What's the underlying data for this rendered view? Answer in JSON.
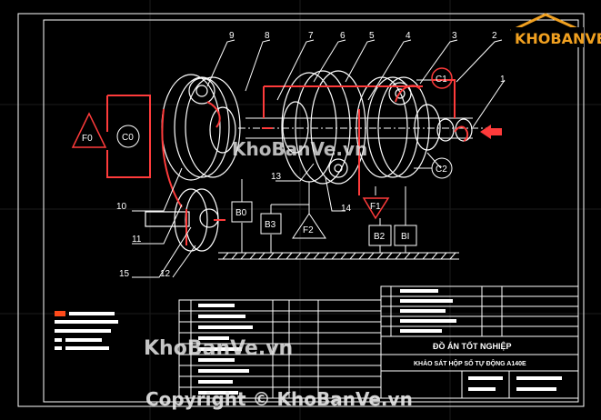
{
  "drawing": {
    "title_main": "ĐỒ ÁN TỐT NGHIỆP",
    "title_sub": "KHẢO SÁT HỘP SỐ TỰ ĐỘNG A140E"
  },
  "callouts": [
    "1",
    "2",
    "3",
    "4",
    "5",
    "6",
    "7",
    "8",
    "9",
    "10",
    "11",
    "12",
    "13",
    "14",
    "15"
  ],
  "components": {
    "F0": "F0",
    "C0": "C0",
    "C1": "C1",
    "C2": "C2",
    "B0": "B0",
    "B1": "BI",
    "B2": "B2",
    "B3": "B3",
    "F1": "F1",
    "F2": "F2"
  },
  "watermark": {
    "brand": "KhoBanVe.vn",
    "logo": "KHOBANVE",
    "copyright": "Copyright © KhoBanVe.vn"
  },
  "colors": {
    "background": "#000000",
    "line": "#ffffff",
    "hydraulic": "#ff3b3b",
    "legend_accent": "#ff4a1a",
    "logo_orange": "#f0a020"
  }
}
